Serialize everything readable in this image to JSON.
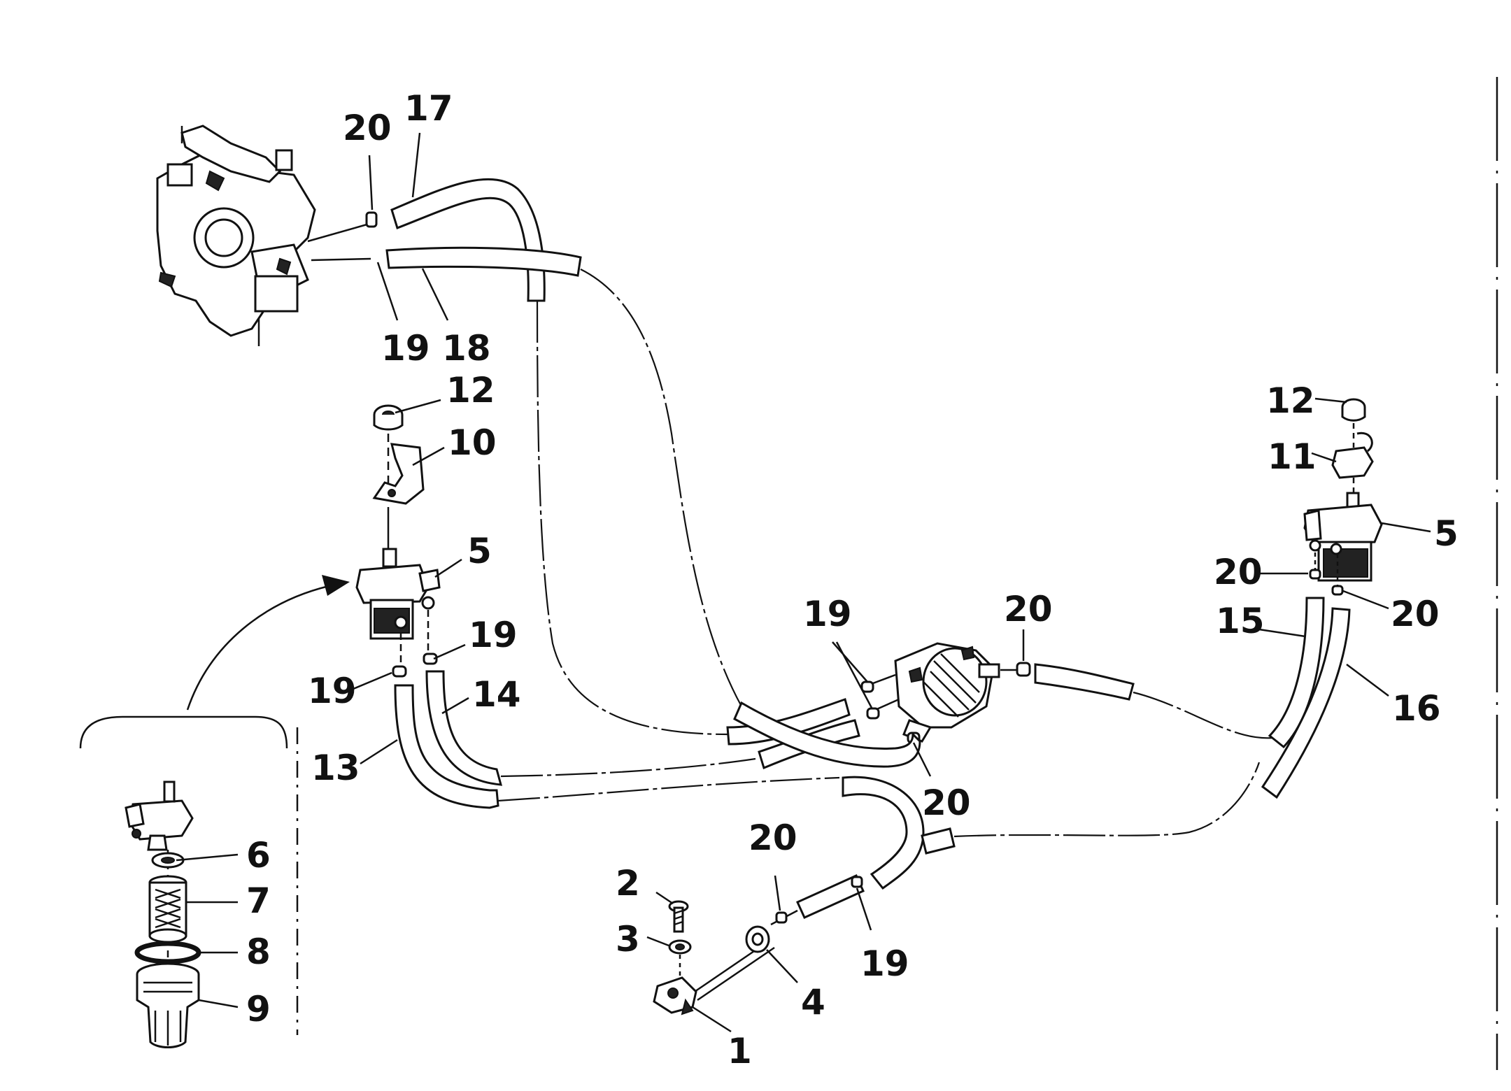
{
  "diagram": {
    "callouts": [
      {
        "id": "c1",
        "text": "1"
      },
      {
        "id": "c2",
        "text": "2"
      },
      {
        "id": "c3",
        "text": "3"
      },
      {
        "id": "c4",
        "text": "4"
      },
      {
        "id": "c5a",
        "text": "5"
      },
      {
        "id": "c5b",
        "text": "5"
      },
      {
        "id": "c6",
        "text": "6"
      },
      {
        "id": "c7",
        "text": "7"
      },
      {
        "id": "c8",
        "text": "8"
      },
      {
        "id": "c9",
        "text": "9"
      },
      {
        "id": "c10",
        "text": "10"
      },
      {
        "id": "c11",
        "text": "11"
      },
      {
        "id": "c12a",
        "text": "12"
      },
      {
        "id": "c12b",
        "text": "12"
      },
      {
        "id": "c13",
        "text": "13"
      },
      {
        "id": "c14",
        "text": "14"
      },
      {
        "id": "c15",
        "text": "15"
      },
      {
        "id": "c16",
        "text": "16"
      },
      {
        "id": "c17",
        "text": "17"
      },
      {
        "id": "c18",
        "text": "18"
      },
      {
        "id": "c19a",
        "text": "19"
      },
      {
        "id": "c19b",
        "text": "19"
      },
      {
        "id": "c19c",
        "text": "19"
      },
      {
        "id": "c19d",
        "text": "19"
      },
      {
        "id": "c19e",
        "text": "19"
      },
      {
        "id": "c20a",
        "text": "20"
      },
      {
        "id": "c20b",
        "text": "20"
      },
      {
        "id": "c20c",
        "text": "20"
      },
      {
        "id": "c20d",
        "text": "20"
      },
      {
        "id": "c20e",
        "text": "20"
      },
      {
        "id": "c20f",
        "text": "20"
      }
    ]
  }
}
